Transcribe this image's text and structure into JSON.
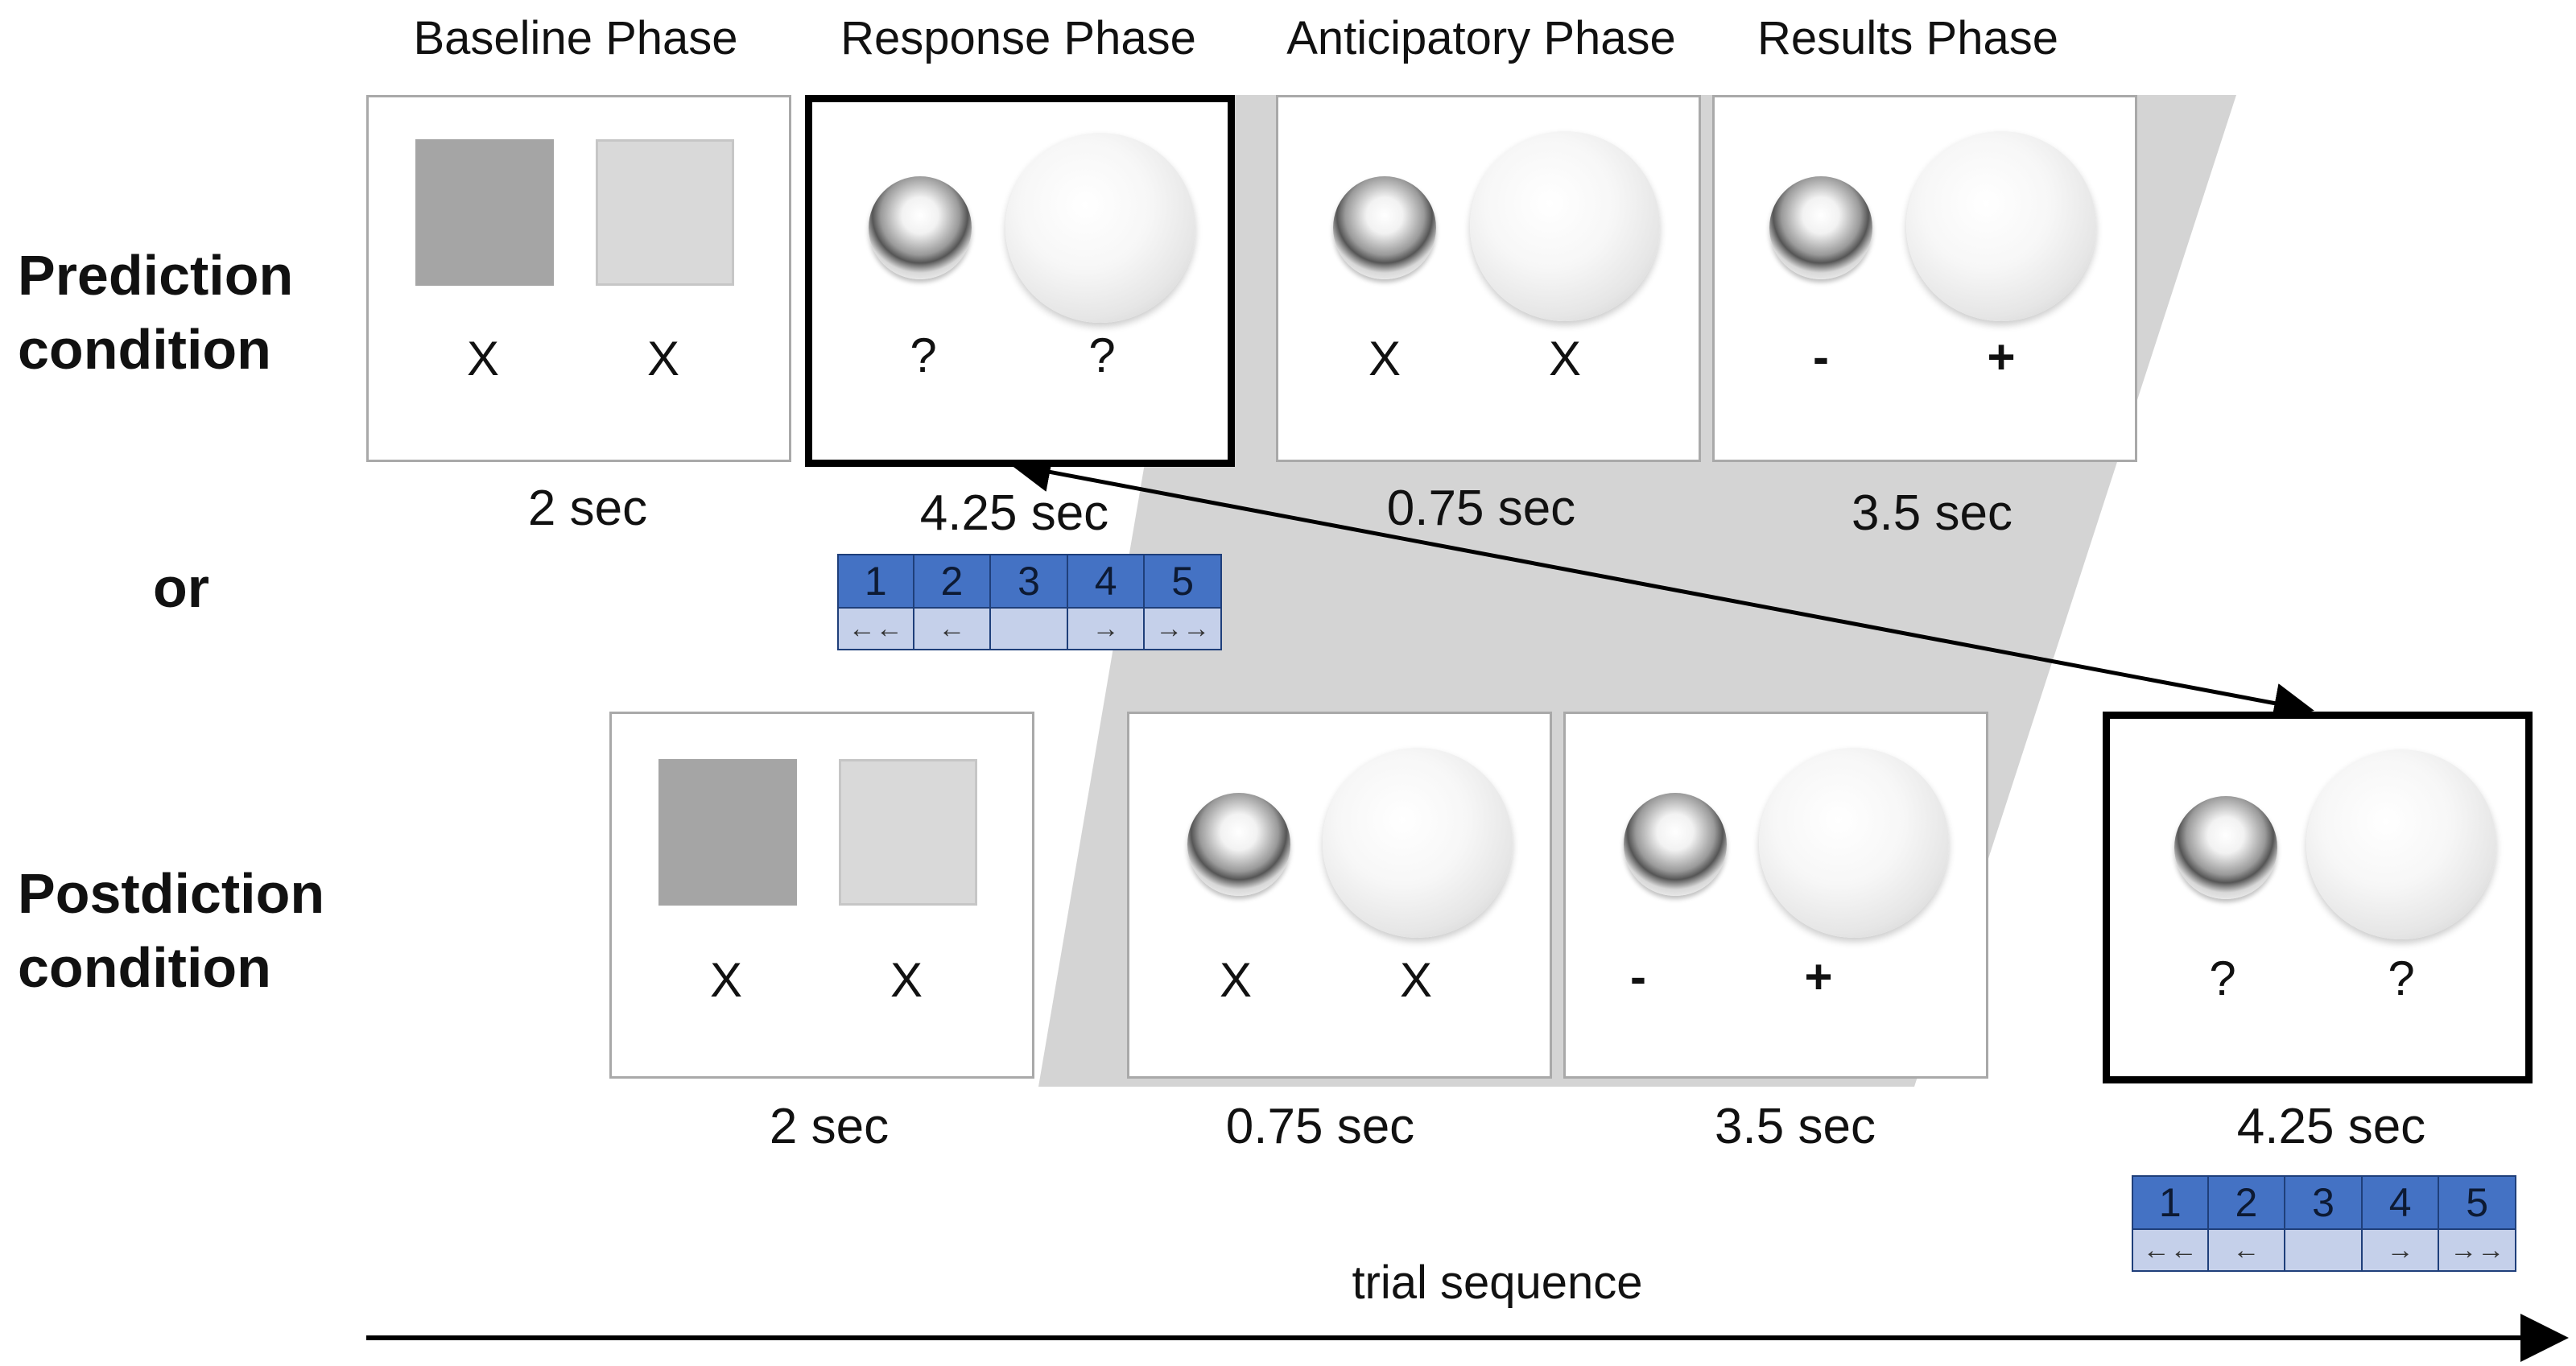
{
  "phases": {
    "baseline": "Baseline Phase",
    "response": "Response Phase",
    "anticipatory": "Anticipatory Phase",
    "results": "Results Phase"
  },
  "conditions": {
    "prediction_line1": "Prediction",
    "prediction_line2": "condition",
    "or": "or",
    "postdiction_line1": "Postdiction",
    "postdiction_line2": "condition"
  },
  "symbols": {
    "x": "X",
    "q": "?",
    "minus": "-",
    "plus": "+"
  },
  "durations": {
    "baseline": "2 sec",
    "response": "4.25 sec",
    "anticipatory": "0.75 sec",
    "results": "3.5 sec"
  },
  "scale": {
    "numbers": [
      "1",
      "2",
      "3",
      "4",
      "5"
    ],
    "arrows": [
      "←←",
      "←",
      "",
      "→",
      "→→"
    ]
  },
  "trial_sequence": "trial sequence",
  "colors": {
    "scale_blue": "#4472c4",
    "scale_light": "#c5d0ea",
    "band_gray": "#d4d4d4"
  }
}
